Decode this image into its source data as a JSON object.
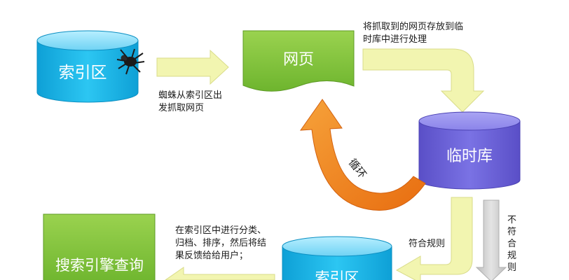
{
  "nodes": {
    "index_top": "索引区",
    "webpage": "网页",
    "temp_db": "临时库",
    "index_bottom": "索引区",
    "search_query": "搜索引擎查询"
  },
  "edge_labels": {
    "spider_crawl_line1": "蜘蛛从索引区出",
    "spider_crawl_line2": "发抓取网页",
    "store_temp_line1": "将抓取到的网页存放到临",
    "store_temp_line2": "时库中进行处理",
    "loop": "循环",
    "conform_rules": "符合规则",
    "not_conform_rules_chars": [
      "不",
      "符",
      "合",
      "规",
      "则"
    ],
    "classify_line1": "在索引区中进行分类、",
    "classify_line2": "归档、排序，然后将结",
    "classify_line3": "果反馈给给用户；"
  },
  "colors": {
    "cylinder_blue": "#1fb6e8",
    "cylinder_blue_top": "#9ee6fb",
    "webpage_green": "#7fc43a",
    "temp_purple": "#6b63d6",
    "arrow_yellow": "#f2f5b0",
    "loop_orange": "#f0821e",
    "arrow_gray": "#cfcfcf"
  }
}
